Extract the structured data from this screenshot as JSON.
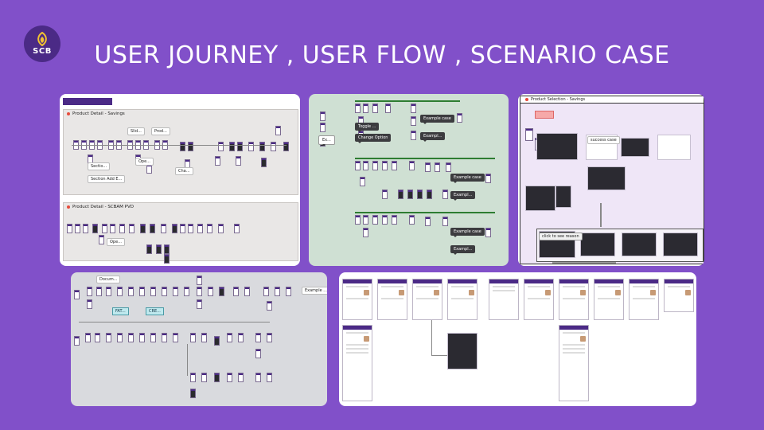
{
  "brand": {
    "logo_text": "SCB",
    "accent": "#8150c9",
    "dark": "#4b2a86"
  },
  "title": "USER JOURNEY , USER FLOW , SCENARIO CASE",
  "panel1": {
    "section1_title": "Product Detail - Savings",
    "section2_title": "Product Detail - SCBAM PVD",
    "notes": [
      "Slid...",
      "Prod...",
      "Sectio...",
      "Section Add E...",
      "Ope...",
      "Cha...",
      "Ope..."
    ]
  },
  "panel2": {
    "tips": [
      "Toggle ...",
      "Change Option",
      "Ex...",
      "Example case",
      "Exampl...",
      "Example case",
      "Exampl...",
      "Example case",
      "Exampl..."
    ]
  },
  "panel3": {
    "section_title": "Product Selection - Savings",
    "success_label": "success case",
    "reason_label": "click to see reason"
  },
  "panel4": {
    "notes": [
      "Docum...",
      "FAT...",
      "CRE...",
      "Example ..."
    ]
  },
  "icons": {
    "logo": "scb-lotus-icon"
  }
}
